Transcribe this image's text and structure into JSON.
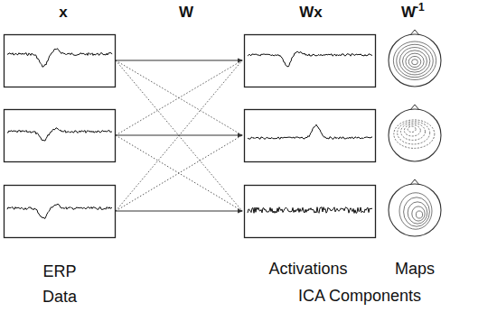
{
  "diagram": {
    "labels": [
      "x",
      "W",
      "Wx",
      "W",
      "-1",
      "ERP Data",
      "Activations",
      "Maps",
      "ICA Components"
    ]
  }
}
